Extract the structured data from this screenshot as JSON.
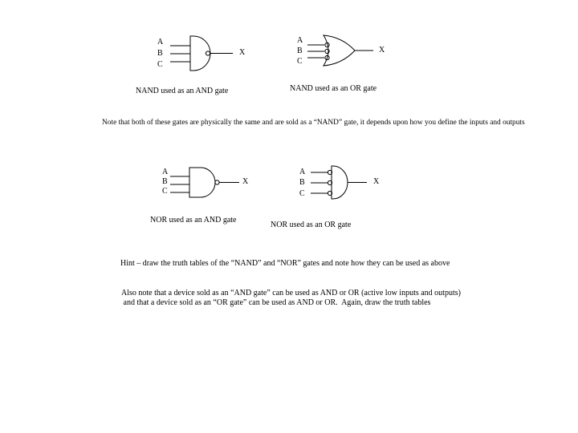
{
  "gates": {
    "nand_and": {
      "inputs": [
        "A",
        "B",
        "C"
      ],
      "output": "X",
      "caption": "NAND used as an AND gate"
    },
    "nand_or": {
      "inputs": [
        "A",
        "B",
        "C"
      ],
      "output": "X",
      "caption": "NAND used as an OR gate"
    },
    "nor_and": {
      "inputs": [
        "A",
        "B",
        "C"
      ],
      "output": "X",
      "caption": "NOR used as an AND gate"
    },
    "nor_or": {
      "inputs": [
        "A",
        "B",
        "C"
      ],
      "output": "X",
      "caption": "NOR used as an OR gate"
    }
  },
  "note": "Note that both of these gates are physically the same and are sold as a “NAND” gate, it depends upon how you define the inputs and outputs",
  "hint": "Hint – draw the truth tables of the “NAND” and “NOR” gates and note how they can be used as above",
  "also_note": [
    "Also note that a device sold as an “AND gate” can be used as AND or OR (active low inputs and outputs)",
    " and that a device sold as an “OR gate” can be used as AND or OR.  Again, draw the truth tables"
  ]
}
